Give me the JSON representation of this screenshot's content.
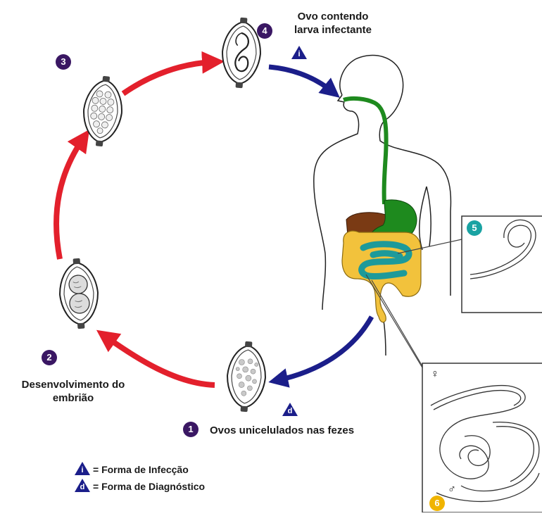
{
  "stages": [
    {
      "number": "1",
      "label": "Ovos unicelulados nas fezes"
    },
    {
      "number": "2",
      "label_lines": [
        "Desenvolvimento do",
        "embrião"
      ]
    },
    {
      "number": "3"
    },
    {
      "number": "4",
      "label_lines": [
        "Ovo contendo",
        "larva infectante"
      ]
    },
    {
      "number": "5"
    },
    {
      "number": "6"
    }
  ],
  "markers": {
    "infective": "i",
    "diagnostic": "d",
    "female": "♀",
    "male": "♂"
  },
  "legend": [
    {
      "symbol": "i",
      "text": "= Forma de Infecção"
    },
    {
      "symbol": "d",
      "text": "= Forma de Diagnóstico"
    }
  ],
  "colors": {
    "environment_arrow": "#e3202c",
    "host_arrow": "#1b1e8a",
    "stage_badge": "#3a1763",
    "stage5_badge": "#1aa3a3",
    "stage6_badge": "#f0b400",
    "esophagus_stomach": "#1e8a1e",
    "liver": "#7a3a14",
    "large_intestine": "#f2c23c",
    "small_intestine": "#1d9a9a"
  }
}
